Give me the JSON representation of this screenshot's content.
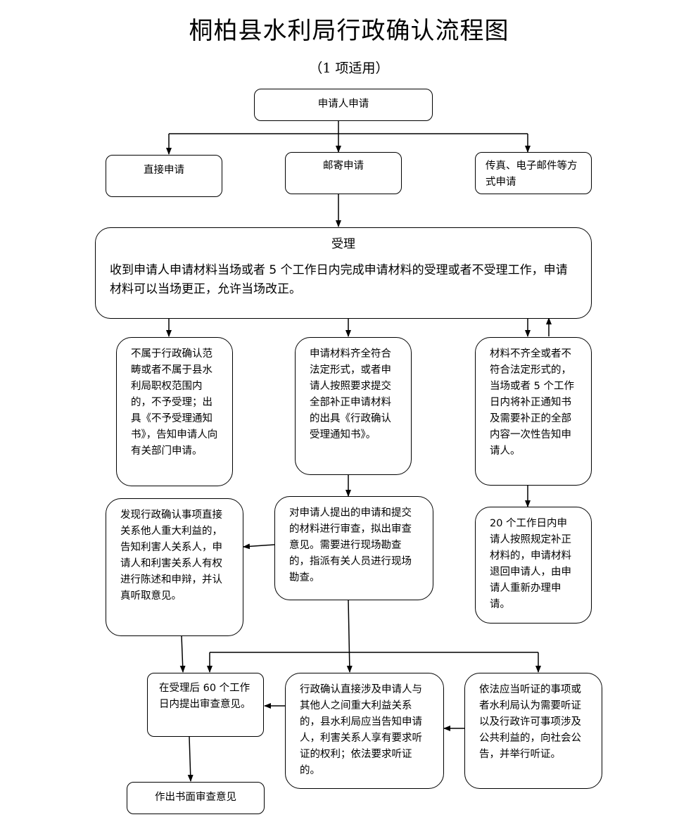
{
  "title": "桐柏县水利局行政确认流程图",
  "subtitle": "（1 项适用）",
  "nodes": {
    "apply": "申请人申请",
    "direct": "直接申请",
    "mail": "邮寄申请",
    "fax": "传真、电子邮件等方式申请",
    "accept_title": "受理",
    "accept_body": "收到申请人申请材料当场或者 5 个工作日内完成申请材料的受理或者不受理工作，申请材料可以当场更正，允许当场改正。",
    "reject": "不属于行政确认范畴或者不属于县水利局职权范围内的，不予受理；出具《不予受理通知书》，告知申请人向有关部门申请。",
    "complete": "申请材料齐全符合法定形式，或者申请人按照要求提交全部补正申请材料的出具《行政确认受理通知书》。",
    "incomplete": "材料不齐全或者不符合法定形式的，当场或者 5 个工作日内将补正通知书及需要补正的全部内容一次性告知申请人。",
    "review": "对申请人提出的申请和提交的材料进行审查，拟出审查意见。需要进行现场勘查的，指派有关人员进行现场勘查。",
    "interest": "发现行政确认事项直接关系他人重大利益的，告知利害人关系人，申请人和利害关系人有权进行陈述和申辩，并认真听取意见。",
    "return": "20 个工作日内申请人按照规定补正材料的，申请材料退回申请人，由申请人重新办理申请。",
    "opinion60": "在受理后 60 个工作日内提出审查意见。",
    "hearing_right": "行政确认直接涉及申请人与其他人之间重大利益关系的，县水利局应当告知申请人，利害关系人享有要求听证的权利；依法要求听证的。",
    "public_hearing": "依法应当听证的事项或者水利局认为需要听证以及行政许可事项涉及公共利益的，向社会公告，并举行听证。",
    "written": "作出书面审查意见"
  }
}
